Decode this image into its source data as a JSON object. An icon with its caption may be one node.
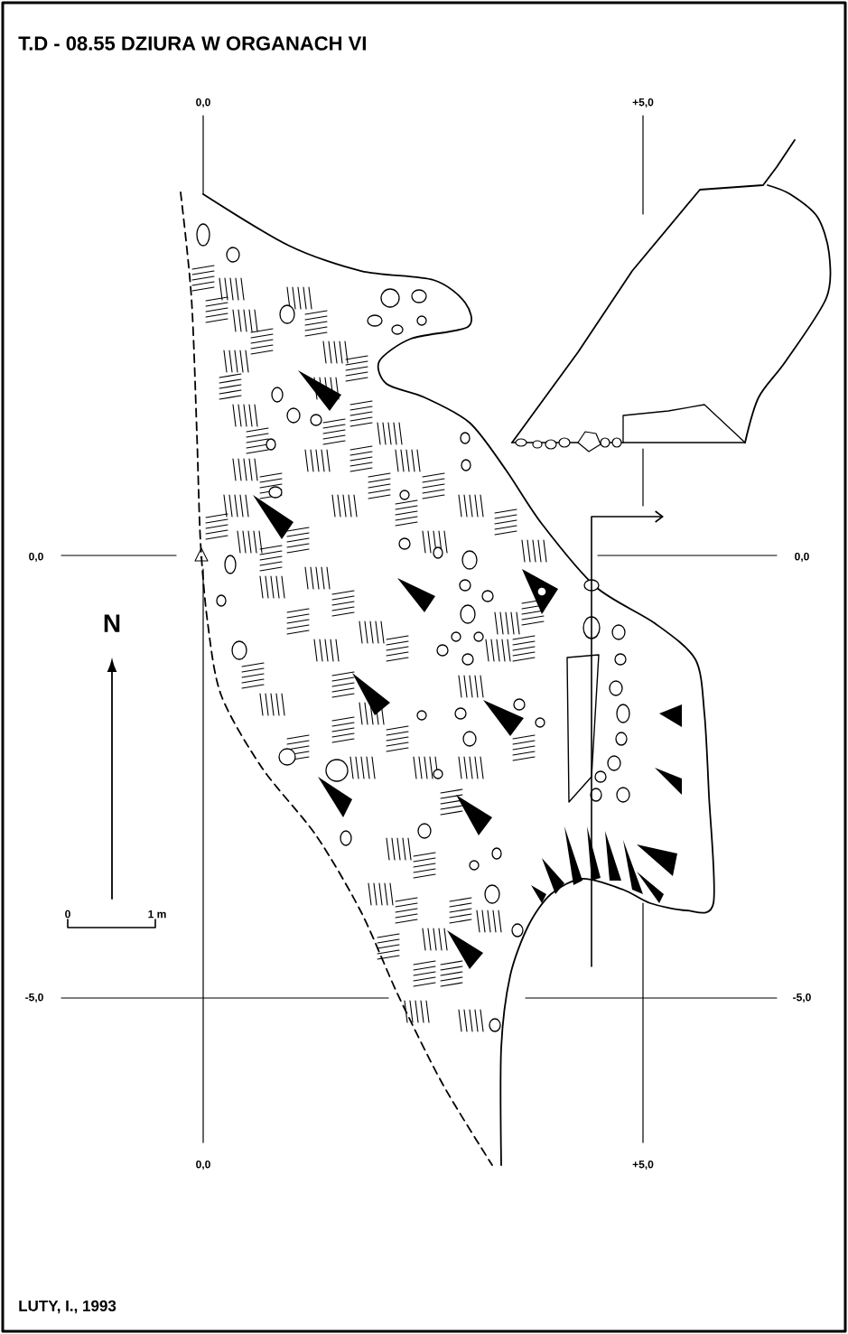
{
  "diagram": {
    "title": "T.D - 08.55  DZIURA W ORGANACH VI",
    "labels": [
      "0,0",
      "+5,0",
      "0,0",
      "0,0",
      "N",
      "0",
      "1 m",
      "-5,0",
      "-5,0",
      "0,0",
      "+5,0",
      "LUTY, I., 1993"
    ]
  }
}
